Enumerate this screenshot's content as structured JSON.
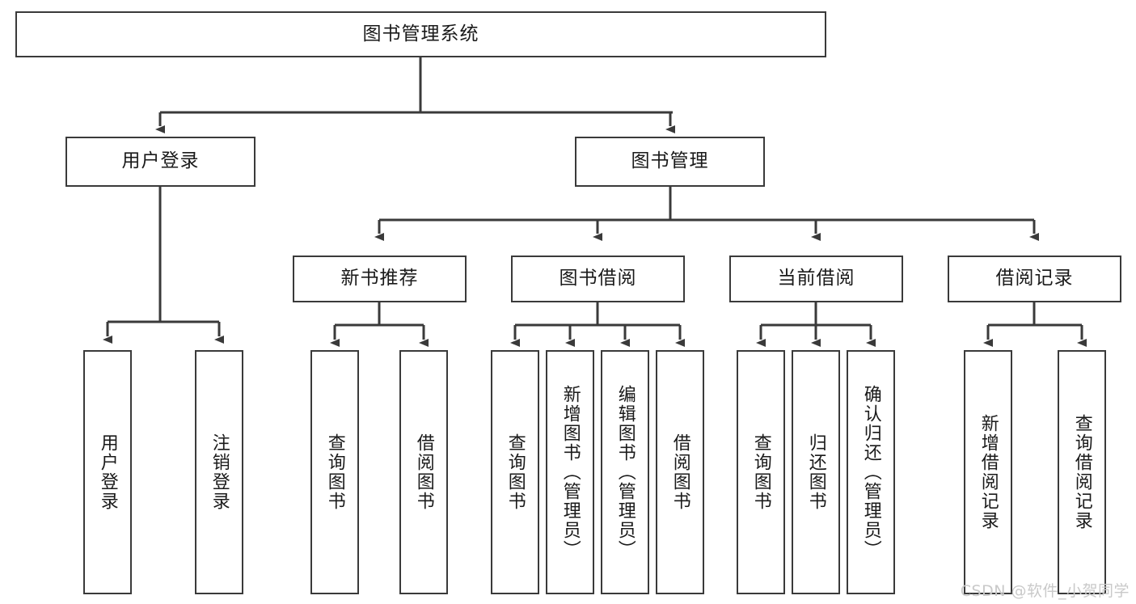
{
  "diagram": {
    "title": "图书管理系统",
    "type": "tree-hierarchy",
    "root": {
      "label": "图书管理系统"
    },
    "level2": [
      {
        "label": "用户登录"
      },
      {
        "label": "图书管理"
      }
    ],
    "level3": [
      {
        "label": "新书推荐"
      },
      {
        "label": "图书借阅"
      },
      {
        "label": "当前借阅"
      },
      {
        "label": "借阅记录"
      }
    ],
    "leaves": [
      {
        "label": "用户登录"
      },
      {
        "label": "注销登录"
      },
      {
        "label": "查询图书"
      },
      {
        "label": "借阅图书"
      },
      {
        "label": "查询图书"
      },
      {
        "label": "新增图书（管理员）"
      },
      {
        "label": "编辑图书（管理员）"
      },
      {
        "label": "借阅图书"
      },
      {
        "label": "查询图书"
      },
      {
        "label": "归还图书"
      },
      {
        "label": "确认归还（管理员）"
      },
      {
        "label": "新增借阅记录"
      },
      {
        "label": "查询借阅记录"
      }
    ]
  },
  "watermark": {
    "text": "CSDN @软件_小贺同学"
  },
  "colors": {
    "stroke": "#3a3a3a",
    "text": "#1a1a1a",
    "background": "#ffffff",
    "watermark": "#c9c9c9"
  }
}
